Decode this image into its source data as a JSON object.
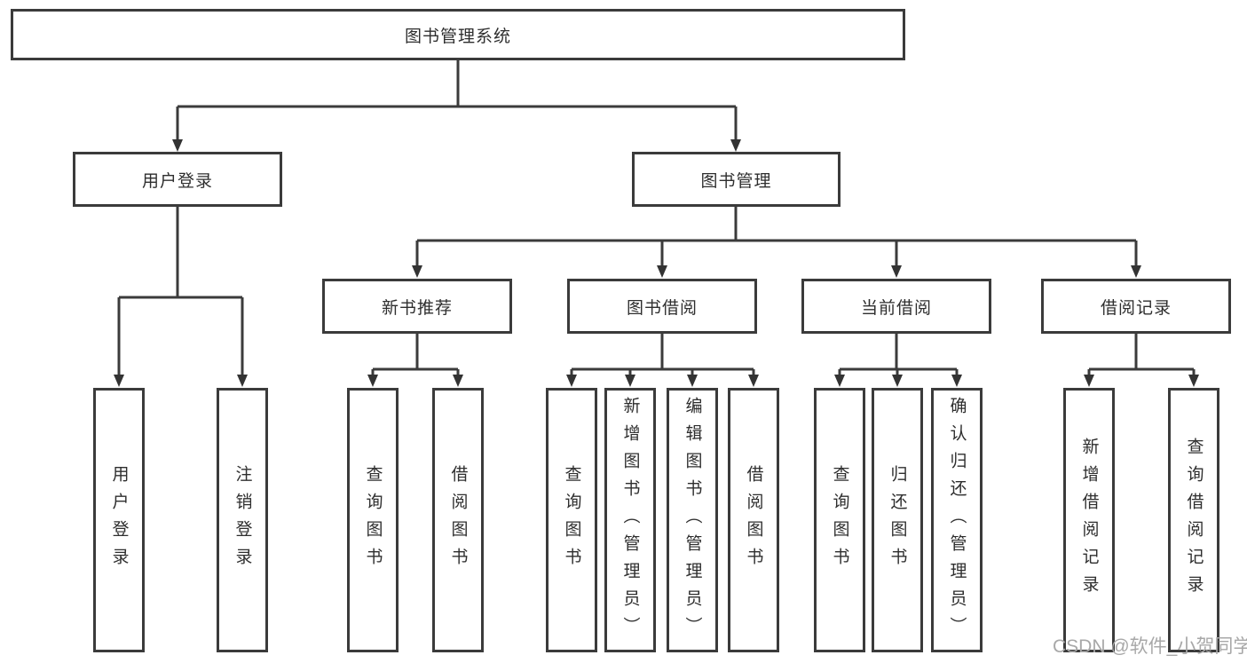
{
  "diagram": {
    "title_note": "functional structure tree",
    "root": {
      "label": "图书管理系统"
    },
    "level1": [
      {
        "label": "用户登录"
      },
      {
        "label": "图书管理"
      }
    ],
    "level2": [
      {
        "label": "新书推荐"
      },
      {
        "label": "图书借阅"
      },
      {
        "label": "当前借阅"
      },
      {
        "label": "借阅记录"
      }
    ],
    "leaves": {
      "user_login": [
        "用户登录",
        "注销登录"
      ],
      "new_book": [
        "查询图书",
        "借阅图书"
      ],
      "book_borrow": [
        "查询图书",
        "新增图书（管理员）",
        "编辑图书（管理员）",
        "借阅图书"
      ],
      "current_borrow": [
        "查询图书",
        "归还图书",
        "确认归还（管理员）"
      ],
      "borrow_records": [
        "新增借阅记录",
        "查询借阅记录"
      ]
    },
    "colors": {
      "line": "#3b3b3b",
      "text": "#2e2e2e",
      "background": "#ffffff",
      "watermark": "#a8a8a8"
    },
    "watermark": "CSDN @软件_小贺同学"
  }
}
